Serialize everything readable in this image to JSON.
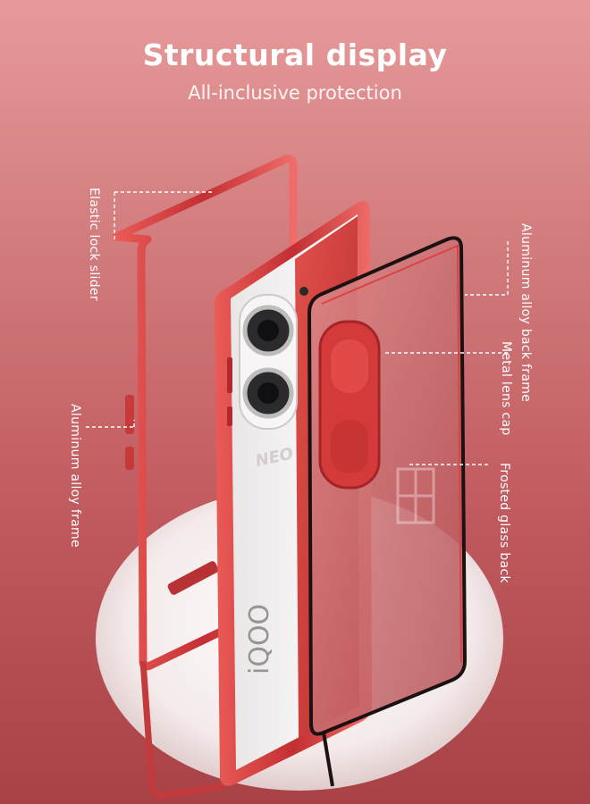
{
  "header": {
    "title": "Structural display",
    "subtitle": "All-inclusive protection"
  },
  "callouts": {
    "elastic_lock_slider": "Elastic lock slider",
    "aluminum_alloy_frame": "Aluminum alloy frame",
    "aluminum_alloy_back_frame": "Aluminum alloy back frame",
    "metal_lens_cap": "Metal lens cap",
    "frosted_glass_back": "Frosted glass back"
  },
  "phone": {
    "brand_text": "NEO",
    "logo_text": "iQOO"
  },
  "colors": {
    "background_top": "#e79a9a",
    "background_bottom": "#a84246",
    "accent_red": "#d6403e",
    "text": "#ffffff"
  }
}
